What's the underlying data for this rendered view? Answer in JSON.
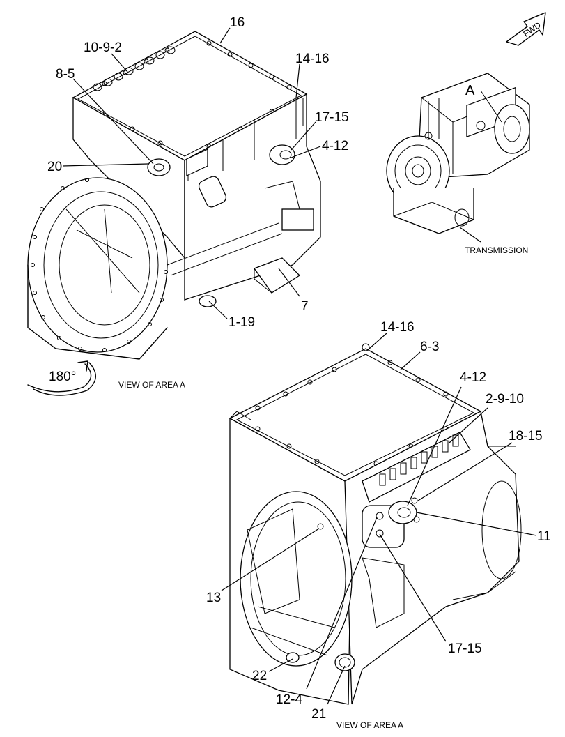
{
  "figure": {
    "callouts_top": [
      {
        "id": "c16",
        "label": "16"
      },
      {
        "id": "c10-9-2",
        "label": "10-9-2"
      },
      {
        "id": "c14-16a",
        "label": "14-16"
      },
      {
        "id": "c8-5",
        "label": "8-5"
      },
      {
        "id": "c17-15a",
        "label": "17-15"
      },
      {
        "id": "c4-12a",
        "label": "4-12"
      },
      {
        "id": "c20",
        "label": "20"
      },
      {
        "id": "c7",
        "label": "7"
      },
      {
        "id": "c1-19",
        "label": "1-19"
      }
    ],
    "callouts_bottom": [
      {
        "id": "c14-16b",
        "label": "14-16"
      },
      {
        "id": "c6-3",
        "label": "6-3"
      },
      {
        "id": "c4-12b",
        "label": "4-12"
      },
      {
        "id": "c2-9-10",
        "label": "2-9-10"
      },
      {
        "id": "c18-15",
        "label": "18-15"
      },
      {
        "id": "c11",
        "label": "11"
      },
      {
        "id": "c13",
        "label": "13"
      },
      {
        "id": "c17-15b",
        "label": "17-15"
      },
      {
        "id": "c22",
        "label": "22"
      },
      {
        "id": "c12-4",
        "label": "12-4"
      },
      {
        "id": "c21",
        "label": "21"
      }
    ],
    "fwd_label": "FWD",
    "area_letter": "A",
    "transmission_caption": "TRANSMISSION",
    "rotation_label": "180°",
    "view_caption_top": "VIEW OF AREA  A",
    "view_caption_bottom": "VIEW OF AREA  A"
  }
}
